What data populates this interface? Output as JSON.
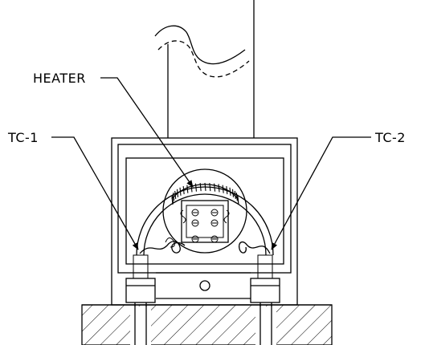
{
  "labels": {
    "heater": "HEATER",
    "tc1": "TC-1",
    "tc2": "TC-2"
  },
  "colors": {
    "stroke": "#000000",
    "background": "#ffffff"
  }
}
